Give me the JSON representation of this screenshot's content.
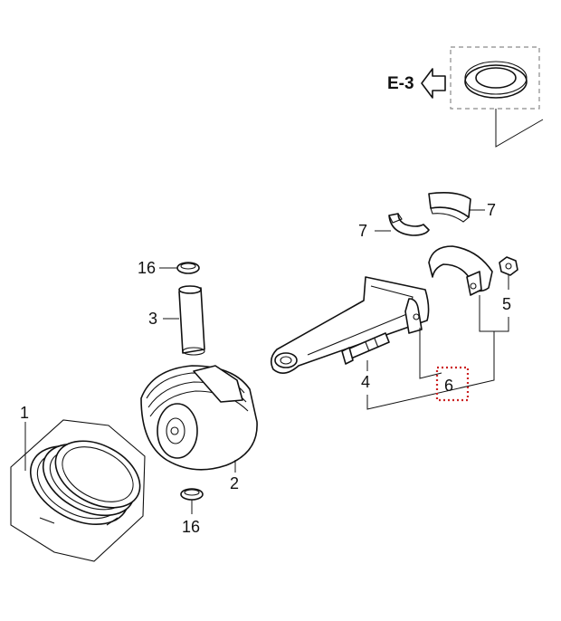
{
  "reference": {
    "label": "E-3"
  },
  "callouts": {
    "rings": "1",
    "piston": "2",
    "pin": "3",
    "bolt": "4",
    "nut": "5",
    "rod_assembly": "6",
    "bearing_upper": "7",
    "bearing_lower": "7",
    "clip_upper": "16",
    "clip_lower": "16"
  },
  "colors": {
    "highlight": "#cc2222",
    "line": "#111111",
    "dashed_box": "#8a8a8a"
  }
}
